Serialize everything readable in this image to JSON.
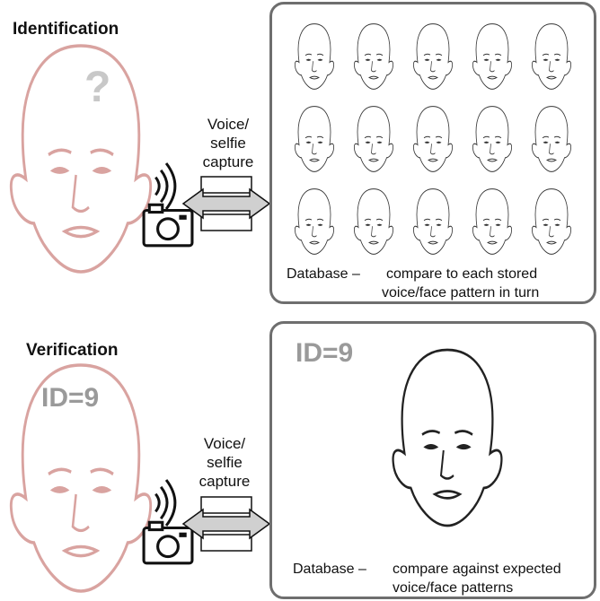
{
  "identification": {
    "heading": "Identification",
    "question_mark": "?",
    "capture_label": [
      "Voice/",
      "selfie",
      "capture"
    ],
    "database_label": "Database –",
    "database_desc": [
      "compare to each stored",
      "voice/face pattern in turn"
    ],
    "stored_faces": 15
  },
  "verification": {
    "heading": "Verification",
    "user_id": "ID=9",
    "capture_label": [
      "Voice/",
      "selfie",
      "capture"
    ],
    "db_id": "ID=9",
    "database_label": "Database –",
    "database_desc": [
      "compare against expected",
      "voice/face patterns"
    ]
  },
  "colors": {
    "user_face_stroke": "#d9a3a0",
    "user_face_features": "#c98a88",
    "box_border": "#6e6e6e",
    "arrow_fill": "#d0d0d0"
  }
}
